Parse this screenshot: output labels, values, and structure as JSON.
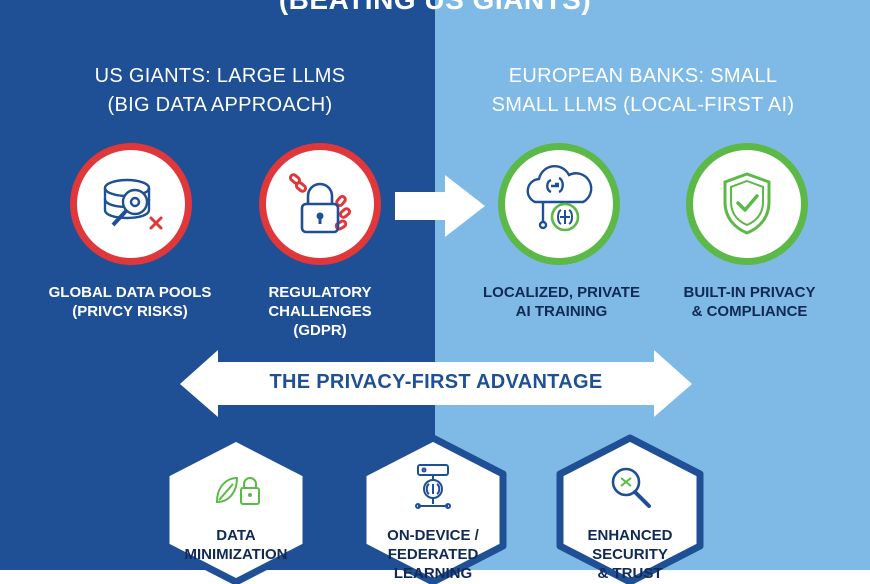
{
  "title": "(BEATING US GIANTS)",
  "left": {
    "heading": [
      "US GIANTS: LARGE LLMS",
      "(BIG DATA APPROACH)"
    ],
    "items": [
      {
        "icon": "database-search-icon",
        "caption": [
          "GLOBAL DATA POOLS",
          "(PRIVCY RISKS)"
        ]
      },
      {
        "icon": "chain-lock-icon",
        "caption": [
          "REGULATORY",
          "CHALLENGES",
          "(GDPR)"
        ]
      }
    ]
  },
  "right": {
    "heading": [
      "EUROPEAN BANKS: SMALL",
      "SMALL LLMS (LOCAL-FIRST AI)"
    ],
    "items": [
      {
        "icon": "cloud-brain-icon",
        "caption": [
          "LOCALIZED, PRIVATE",
          "AI TRAINING"
        ]
      },
      {
        "icon": "shield-check-icon",
        "caption": [
          "BUILT-IN PRIVACY",
          "& COMPLIANCE"
        ]
      }
    ]
  },
  "banner": "THE PRIVACY-FIRST ADVANTAGE",
  "advantages": [
    {
      "icon": "leaf-lock-icon",
      "caption": [
        "DATA",
        "MINIMIZATION"
      ]
    },
    {
      "icon": "device-brain-icon",
      "caption": [
        "ON-DEVICE /",
        "FEDERATED",
        "LEARNING"
      ]
    },
    {
      "icon": "magnifier-icon",
      "caption": [
        "ENHANCED",
        "SECURITY",
        "& TRUST"
      ]
    }
  ],
  "colors": {
    "left_bg": "#1f4f94",
    "right_bg": "#7fb9e5",
    "risk_ring": "#e0373b",
    "safe_ring": "#5cb947",
    "text_dark": "#102a55"
  }
}
